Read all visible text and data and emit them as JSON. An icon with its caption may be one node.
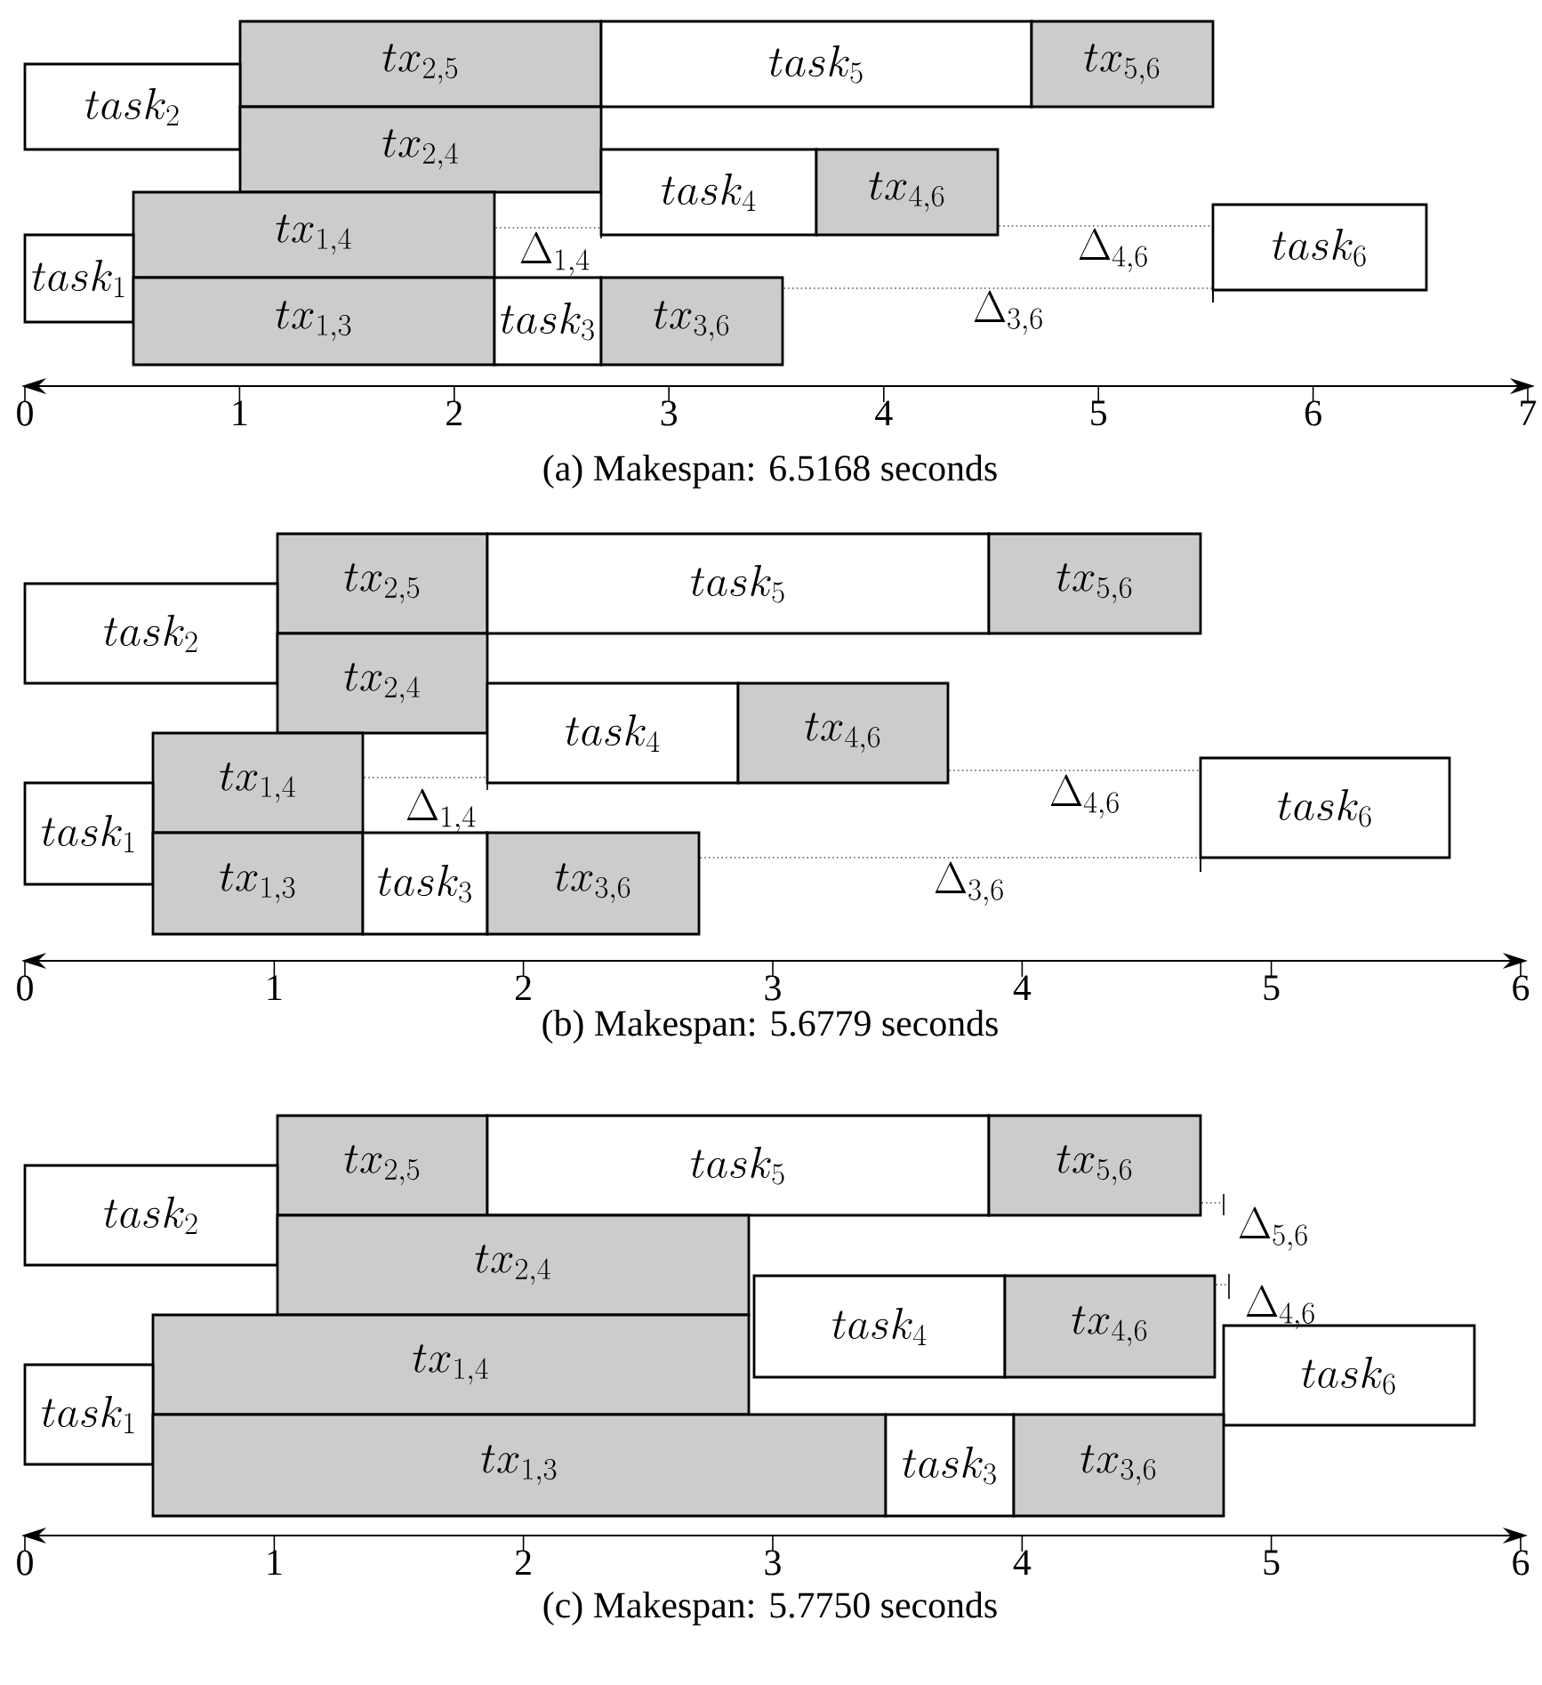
{
  "diagram": {
    "nodes": [
      {
        "text": [
          "tx_{2,5}"
        ]
      },
      {
        "text": [
          "task_5"
        ]
      },
      {
        "text": [
          "tx_{5,6}"
        ]
      },
      {
        "text": [
          "task_2"
        ]
      },
      {
        "text": [
          "tx_{2,4}"
        ]
      },
      {
        "text": [
          "task_4"
        ]
      },
      {
        "text": [
          "tx_{4,6}"
        ]
      },
      {
        "text": [
          "tx_{1,4}"
        ]
      },
      {
        "text": [
          "task_6"
        ]
      },
      {
        "text": [
          "task_1"
        ]
      },
      {
        "text": [
          "tx_{1,3}"
        ]
      },
      {
        "text": [
          "task_3"
        ]
      },
      {
        "text": [
          "tx_{3,6}"
        ]
      },
      {
        "text": [
          "tx_{2,5}"
        ]
      },
      {
        "text": [
          "task_5"
        ]
      },
      {
        "text": [
          "tx_{5,6}"
        ]
      },
      {
        "text": [
          "task_2"
        ]
      },
      {
        "text": [
          "tx_{2,4}"
        ]
      },
      {
        "text": [
          "task_4"
        ]
      },
      {
        "text": [
          "tx_{4,6}"
        ]
      },
      {
        "text": [
          "tx_{1,4}"
        ]
      },
      {
        "text": [
          "task_6"
        ]
      },
      {
        "text": [
          "task_1"
        ]
      },
      {
        "text": [
          "tx_{1,3}"
        ]
      },
      {
        "text": [
          "task_3"
        ]
      },
      {
        "text": [
          "tx_{3,6}"
        ]
      },
      {
        "text": [
          "tx_{2,5}"
        ]
      },
      {
        "text": [
          "task_5"
        ]
      },
      {
        "text": [
          "tx_{5,6}"
        ]
      },
      {
        "text": [
          "task_2"
        ]
      },
      {
        "text": [
          "tx_{2,4}"
        ]
      },
      {
        "text": [
          "task_4"
        ]
      },
      {
        "text": [
          "tx_{4,6}"
        ]
      },
      {
        "text": [
          "tx_{1,4}"
        ]
      },
      {
        "text": [
          "task_6"
        ]
      },
      {
        "text": [
          "task_1"
        ]
      },
      {
        "text": [
          "tx_{1,3}"
        ]
      },
      {
        "text": [
          "task_3"
        ]
      },
      {
        "text": [
          "tx_{3,6}"
        ]
      }
    ],
    "edges": [
      {
        "from": 7,
        "to": 5,
        "arrow": "none",
        "style": "dashed",
        "label": "\\Delta_{1,4}"
      },
      {
        "from": 6,
        "to": 8,
        "arrow": "none",
        "style": "dashed",
        "label": "\\Delta_{4,6}"
      },
      {
        "from": 12,
        "to": 8,
        "arrow": "none",
        "style": "dashed",
        "label": "\\Delta_{3,6}"
      },
      {
        "from": 20,
        "to": 18,
        "arrow": "none",
        "style": "dashed",
        "label": "\\Delta_{1,4}"
      },
      {
        "from": 19,
        "to": 21,
        "arrow": "none",
        "style": "dashed",
        "label": "\\Delta_{4,6}"
      },
      {
        "from": 25,
        "to": 21,
        "arrow": "none",
        "style": "dashed",
        "label": "\\Delta_{3,6}"
      },
      {
        "from": 28,
        "to": null,
        "arrow": "none",
        "style": "dashed",
        "label": "\\Delta_{5,6}"
      },
      {
        "from": 32,
        "to": null,
        "arrow": "none",
        "style": "dashed",
        "label": "\\Delta_{4,6}"
      }
    ],
    "labels": [
      "0",
      "1",
      "2",
      "3",
      "4",
      "5",
      "6",
      "7",
      "(a) Makespan: 6.5168 seconds",
      "0",
      "1",
      "2",
      "3",
      "4",
      "5",
      "6",
      "(b) Makespan: 5.6779 seconds",
      "0",
      "1",
      "2",
      "3",
      "4",
      "5",
      "6",
      "(c) Makespan: 5.7750 seconds"
    ]
  }
}
